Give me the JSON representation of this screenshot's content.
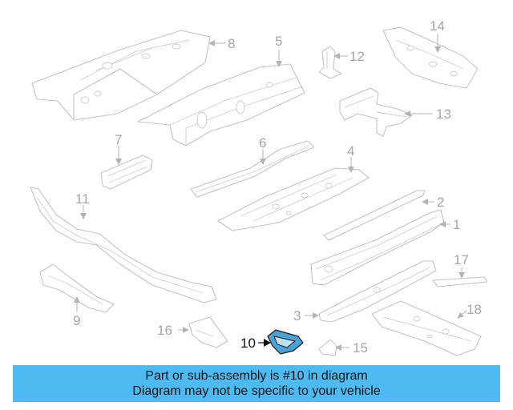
{
  "diagram": {
    "callouts": {
      "c1": "1",
      "c2": "2",
      "c3": "3",
      "c4": "4",
      "c5": "5",
      "c6": "6",
      "c7": "7",
      "c8": "8",
      "c9": "9",
      "c10": "10",
      "c11": "11",
      "c12": "12",
      "c13": "13",
      "c14": "14",
      "c15": "15",
      "c16": "16",
      "c17": "17",
      "c18": "18"
    },
    "highlighted_part": "10",
    "colors": {
      "highlight_fill": "#4aa3d6",
      "banner_background": "#4dbbf1",
      "line_art": "#c4c4c4"
    }
  },
  "banner": {
    "line1": "Part or sub-assembly is #10 in diagram",
    "line2": "Diagram may not be specific to your vehicle"
  }
}
